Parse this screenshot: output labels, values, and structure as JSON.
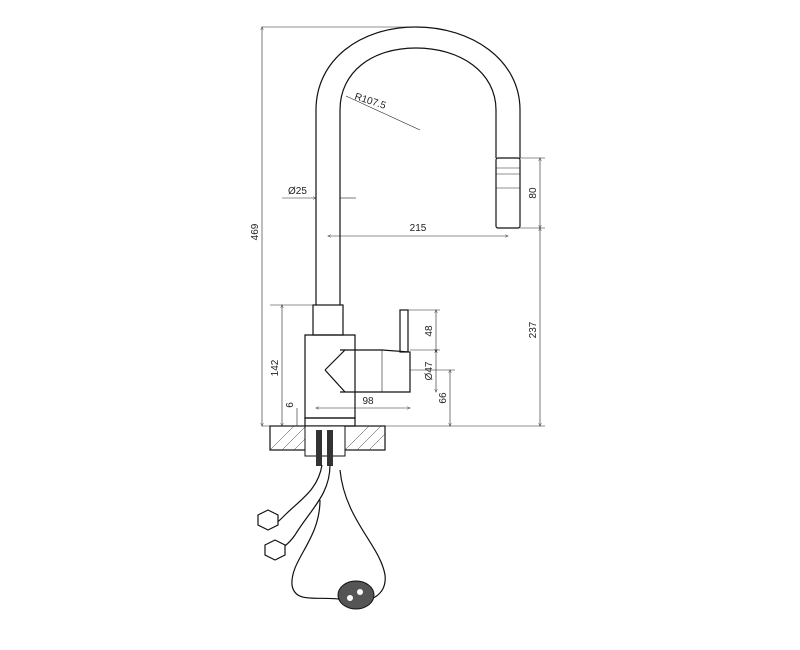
{
  "dimensions": {
    "radius_label": "R107.5",
    "diameter_spout_label": "Ø25",
    "reach_label": "215",
    "spray_head_label": "80",
    "overall_height_label": "469",
    "spout_height_label": "237",
    "handle_height_label": "48",
    "body_diameter_label": "Ø47",
    "base_to_lever_label": "66",
    "body_height_label": "142",
    "plate_label": "6",
    "body_depth_label": "98"
  }
}
